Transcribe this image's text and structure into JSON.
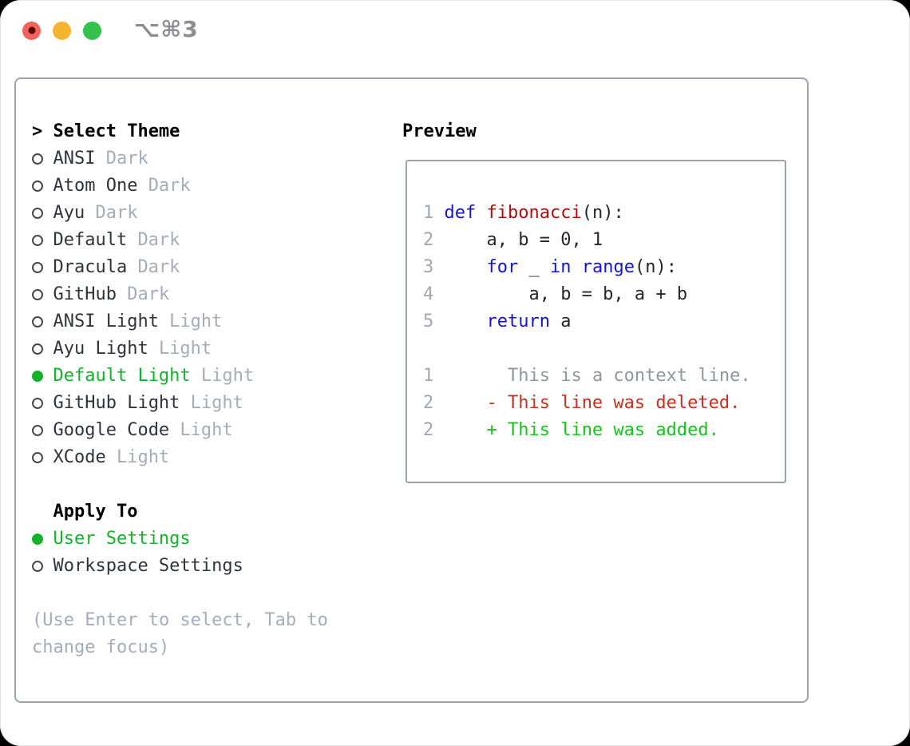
{
  "window": {
    "title": "⌥⌘3",
    "traffic_lights": [
      {
        "name": "close",
        "color": "#f2635c"
      },
      {
        "name": "minimize",
        "color": "#f6b52f"
      },
      {
        "name": "zoom",
        "color": "#33c24b"
      }
    ]
  },
  "theme_picker": {
    "prompt_marker": ">",
    "title": "Select Theme",
    "items": [
      {
        "name": "ANSI",
        "variant": "Dark",
        "selected": false
      },
      {
        "name": "Atom One",
        "variant": "Dark",
        "selected": false
      },
      {
        "name": "Ayu",
        "variant": "Dark",
        "selected": false
      },
      {
        "name": "Default",
        "variant": "Dark",
        "selected": false
      },
      {
        "name": "Dracula",
        "variant": "Dark",
        "selected": false
      },
      {
        "name": "GitHub",
        "variant": "Dark",
        "selected": false
      },
      {
        "name": "ANSI Light",
        "variant": "Light",
        "selected": false
      },
      {
        "name": "Ayu Light",
        "variant": "Light",
        "selected": false
      },
      {
        "name": "Default Light",
        "variant": "Light",
        "selected": true
      },
      {
        "name": "GitHub Light",
        "variant": "Light",
        "selected": false
      },
      {
        "name": "Google Code",
        "variant": "Light",
        "selected": false
      },
      {
        "name": "XCode",
        "variant": "Light",
        "selected": false
      }
    ],
    "apply_to": {
      "title": "Apply To",
      "options": [
        {
          "name": "User Settings",
          "selected": true
        },
        {
          "name": "Workspace Settings",
          "selected": false
        }
      ]
    },
    "hint_lines": [
      "(Use Enter to select, Tab to",
      "change focus)"
    ]
  },
  "preview": {
    "title": "Preview",
    "code_lines": [
      {
        "segments": [
          {
            "t": "1 ",
            "c": "num"
          },
          {
            "t": "def",
            "c": "kw"
          },
          {
            "t": " ",
            "c": "txt"
          },
          {
            "t": "fibonacci",
            "c": "fn"
          },
          {
            "t": "(n):",
            "c": "txt"
          }
        ]
      },
      {
        "segments": [
          {
            "t": "2 ",
            "c": "num"
          },
          {
            "t": "    a, b = 0, 1",
            "c": "txt"
          }
        ]
      },
      {
        "segments": [
          {
            "t": "3 ",
            "c": "num"
          },
          {
            "t": "    ",
            "c": "txt"
          },
          {
            "t": "for",
            "c": "kw"
          },
          {
            "t": " _ ",
            "c": "txt"
          },
          {
            "t": "in",
            "c": "kw"
          },
          {
            "t": " ",
            "c": "txt"
          },
          {
            "t": "range",
            "c": "kw"
          },
          {
            "t": "(n):",
            "c": "txt"
          }
        ]
      },
      {
        "segments": [
          {
            "t": "4 ",
            "c": "num"
          },
          {
            "t": "        a, b = b, a + b",
            "c": "txt"
          }
        ]
      },
      {
        "segments": [
          {
            "t": "5 ",
            "c": "num"
          },
          {
            "t": "    ",
            "c": "txt"
          },
          {
            "t": "return",
            "c": "kw"
          },
          {
            "t": " a",
            "c": "txt"
          }
        ]
      },
      {
        "segments": []
      },
      {
        "segments": [
          {
            "t": "1 ",
            "c": "num"
          },
          {
            "t": "      ",
            "c": "txt"
          },
          {
            "t": "This is a context line.",
            "c": "ctx"
          }
        ]
      },
      {
        "segments": [
          {
            "t": "2 ",
            "c": "num"
          },
          {
            "t": "    ",
            "c": "txt"
          },
          {
            "t": "- This line was deleted.",
            "c": "del"
          }
        ]
      },
      {
        "segments": [
          {
            "t": "2 ",
            "c": "num"
          },
          {
            "t": "    ",
            "c": "txt"
          },
          {
            "t": "+ This line was added.",
            "c": "add"
          }
        ]
      }
    ]
  },
  "colors": {
    "accent_green": "#11b428",
    "keyword_blue": "#1414d8",
    "function_red": "#b30d0d",
    "diff_deleted_red": "#c8311e",
    "diff_added_green": "#12c71c",
    "muted_gray": "#a4adba",
    "border_gray": "#9aa3ae",
    "window_title_gray": "#8e8e92"
  }
}
